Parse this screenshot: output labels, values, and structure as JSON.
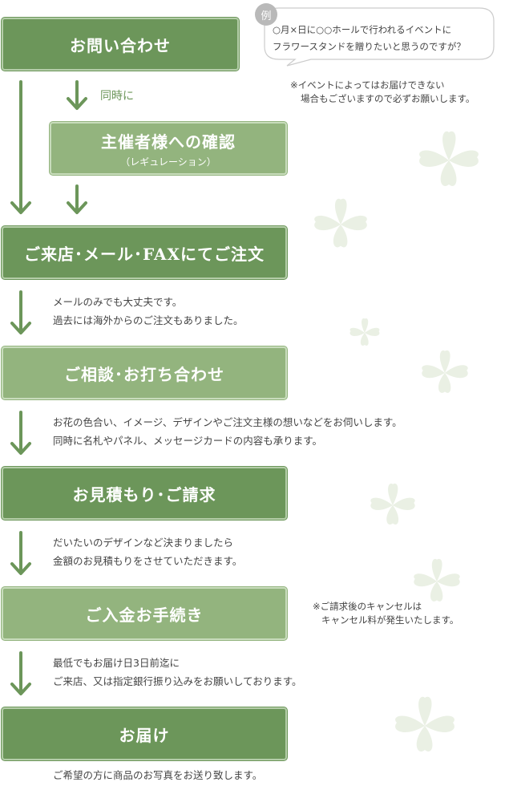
{
  "steps": [
    {
      "title": "お問い合わせ"
    },
    {
      "title": "主催者様への確認",
      "sub": "（レギュレーション）"
    },
    {
      "title": "ご来店･メール･FAXにてご注文"
    },
    {
      "title": "ご相談･お打ち合わせ"
    },
    {
      "title": "お見積もり･ご請求"
    },
    {
      "title": "ご入金お手続き"
    },
    {
      "title": "お届け"
    }
  ],
  "simultaneous_label": "同時に",
  "example": {
    "badge": "例",
    "line1": "○月×日に○○ホールで行われるイベントに",
    "line2": "フラワースタンドを贈りたいと思うのですが？"
  },
  "note_event": {
    "line1": "※イベントによってはお届けできない",
    "line2": "場合もございますので必ずお願いします。"
  },
  "note_cancel": {
    "line1": "※ご請求後のキャンセルは",
    "line2": "キャンセル料が発生いたします。"
  },
  "descriptions": {
    "order": [
      "メールのみでも大丈夫です。",
      "過去には海外からのご注文もありました。"
    ],
    "consult": [
      "お花の色合い、イメージ、デザインやご注文主様の想いなどをお伺いします。",
      "同時に名札やパネル、メッセージカードの内容も承ります。"
    ],
    "estimate": [
      "だいたいのデザインなど決まりましたら",
      "金額のお見積もりをさせていただきます。"
    ],
    "payment": [
      "最低でもお届け日3日前迄に",
      "ご来店、又は指定銀行振り込みをお願いしております。"
    ],
    "delivery": [
      "ご希望の方に商品のお写真をお送り致します。"
    ]
  },
  "colors": {
    "dark_green": "#6c965a",
    "light_green": "#93b47e",
    "leaf": "#eaf0e4"
  }
}
